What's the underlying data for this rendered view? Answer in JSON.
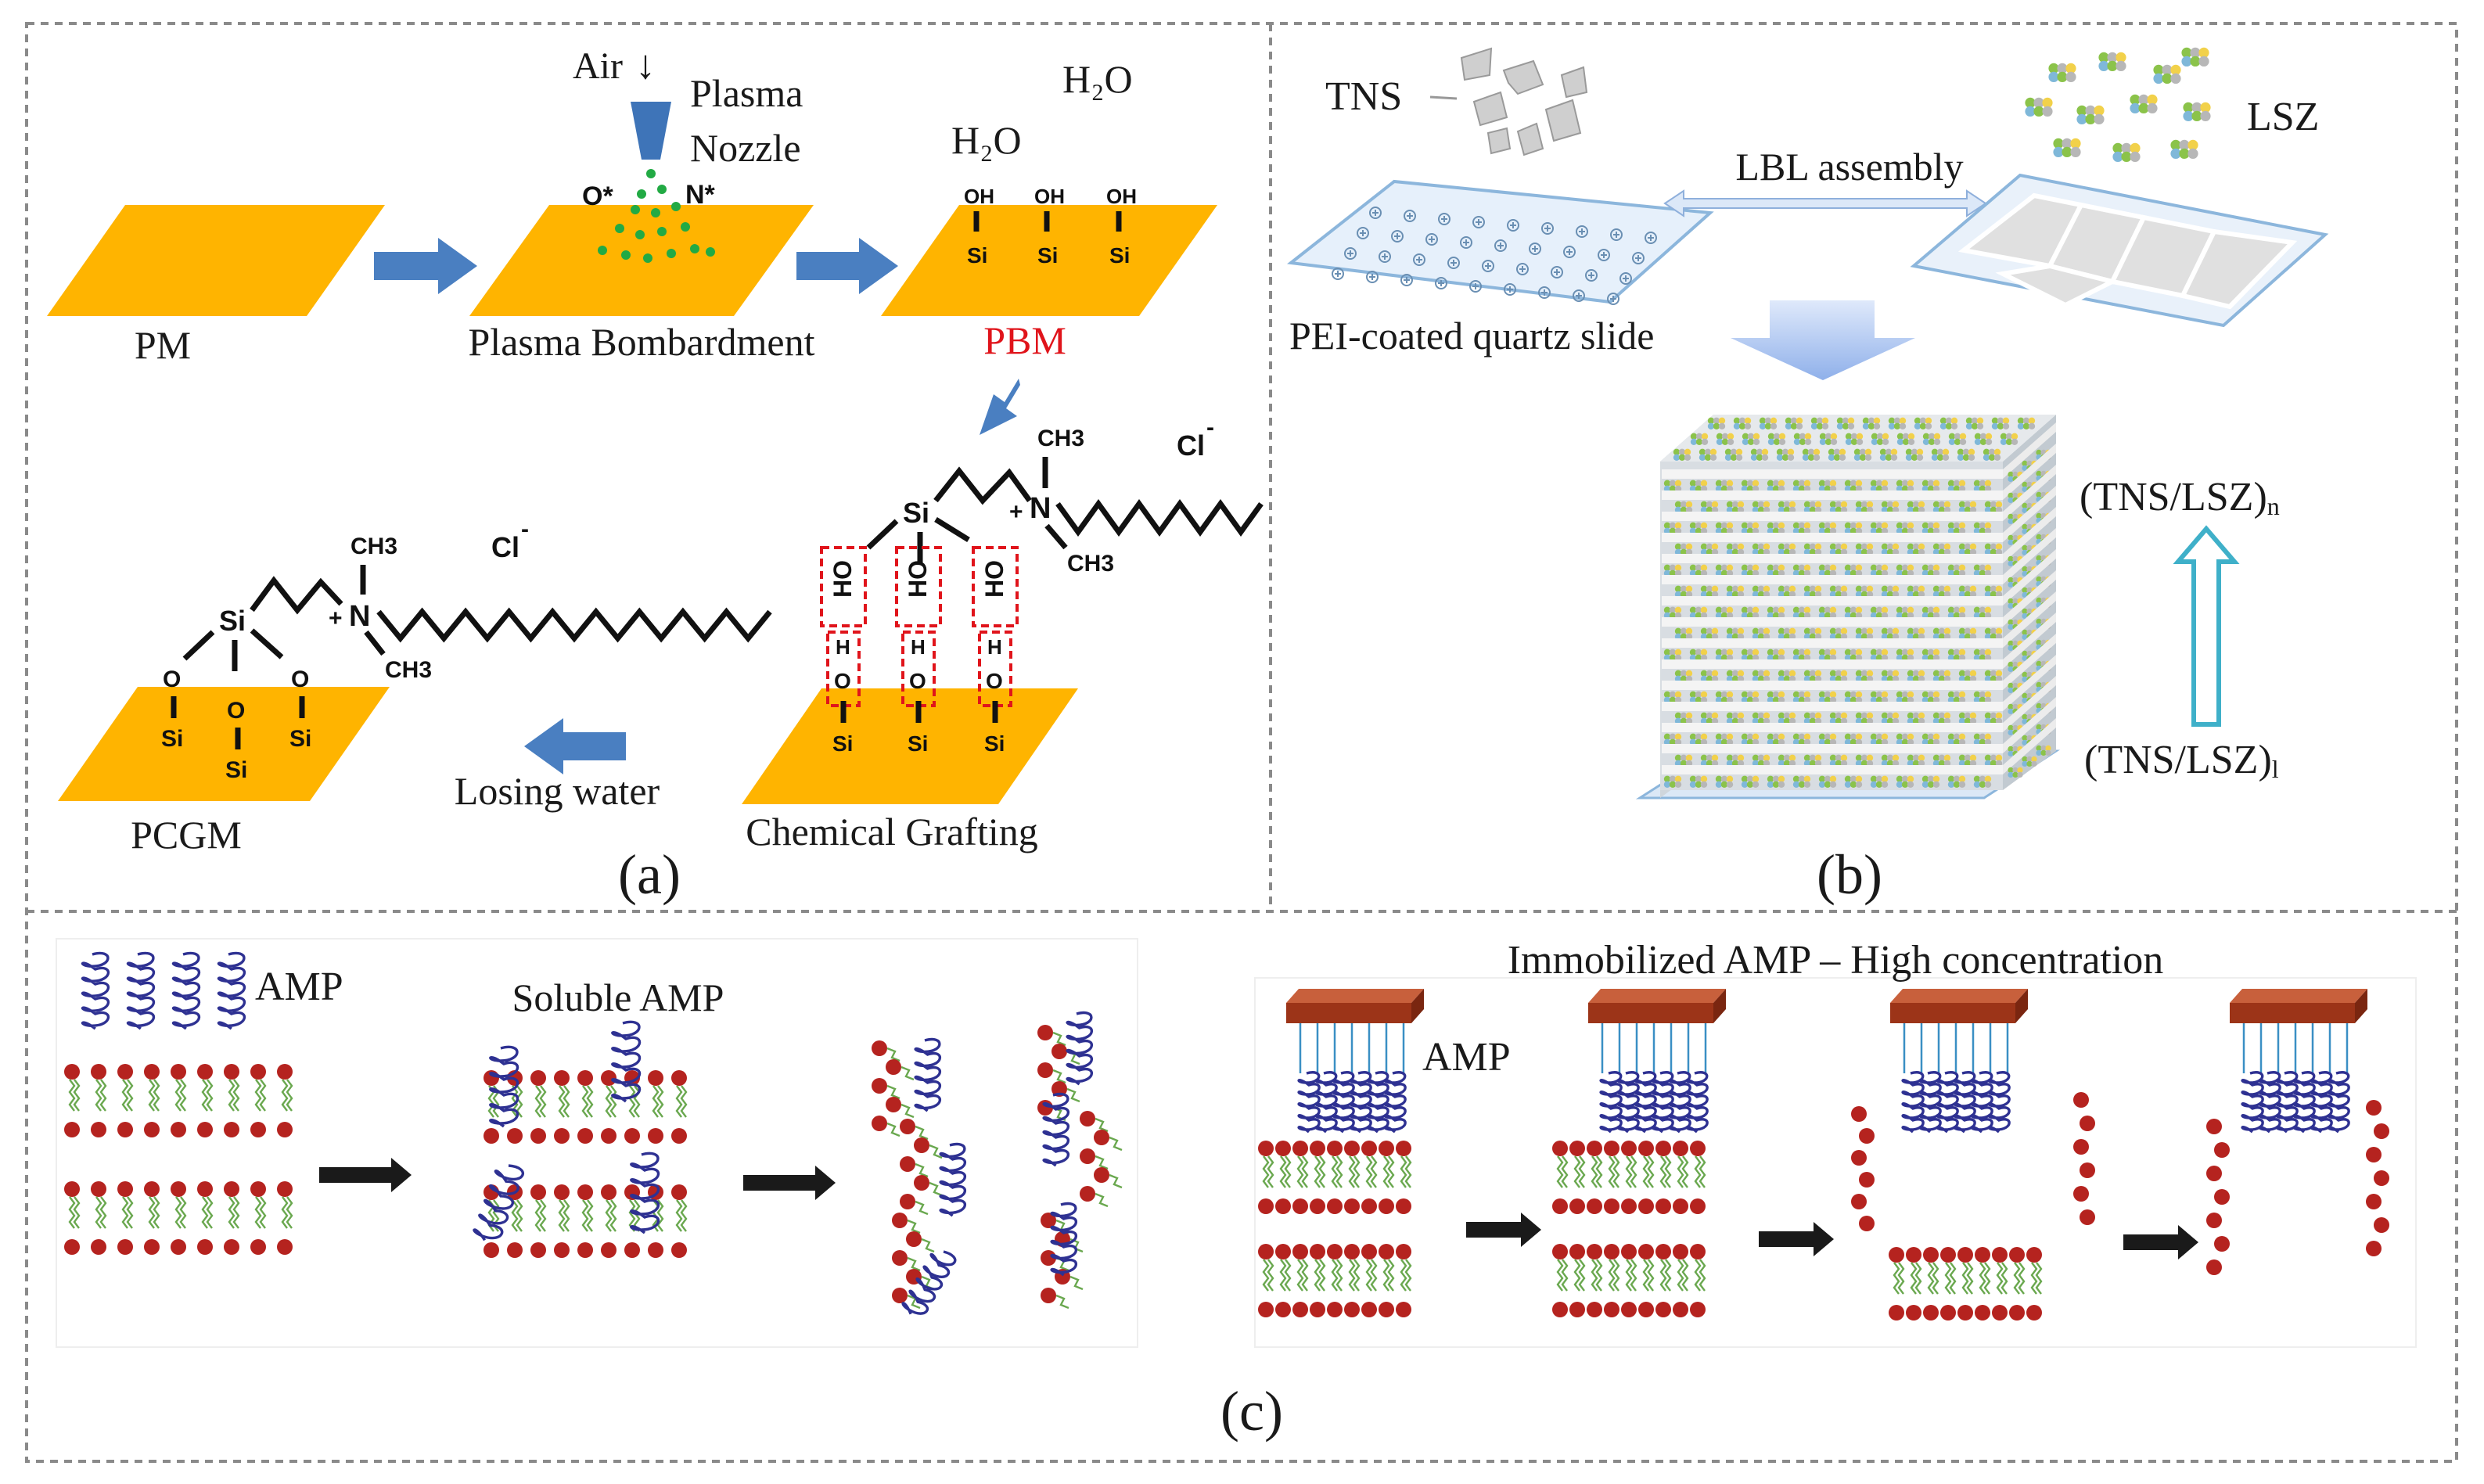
{
  "panel_a": {
    "tag": "(a)",
    "air": "Air",
    "air_arrow": "↓",
    "plasma": "Plasma",
    "nozzle": "Nozzle",
    "h2o_1": "H₂O",
    "h2o_2": "H₂O",
    "o_star": "O*",
    "n_star": "N*",
    "pm": "PM",
    "plasma_bombardment": "Plasma Bombardment",
    "pbm": "PBM",
    "chemical_grafting": "Chemical Grafting",
    "losing_water": "Losing water",
    "pcgm": "PCGM",
    "ch3": "CH3",
    "cl": "Cl",
    "cl_charge": "-",
    "si": "Si",
    "oh": "OH",
    "ho": "HO",
    "o": "O",
    "h": "H",
    "n": "N",
    "plus": "+"
  },
  "panel_b": {
    "tag": "(b)",
    "tns": "TNS",
    "lsz": "LSZ",
    "lbl_assembly": "LBL assembly",
    "pei_slide": "PEI-coated quartz slide",
    "tns_lsz_n": "(TNS/LSZ)",
    "sub_n": "n",
    "tns_lsz_1": "(TNS/LSZ)",
    "sub_1": "l"
  },
  "panel_c": {
    "tag": "(c)",
    "amp": "AMP",
    "soluble_amp": "Soluble AMP",
    "immobilized": "Immobilized AMP  –  High concentration",
    "amp2": "AMP"
  },
  "colors": {
    "gold": "#FFB400",
    "arrow_blue": "#4a7fc1",
    "nozzle_blue": "#3e74b8",
    "dot_green": "#22aa44",
    "lipid_red": "#b5231f",
    "tail_green": "#6aa84f",
    "amp_blue": "#2e3192",
    "slab_brown": "#a33a1f",
    "dash_red": "#e0141b",
    "frame_gray": "#8a8a8a"
  }
}
